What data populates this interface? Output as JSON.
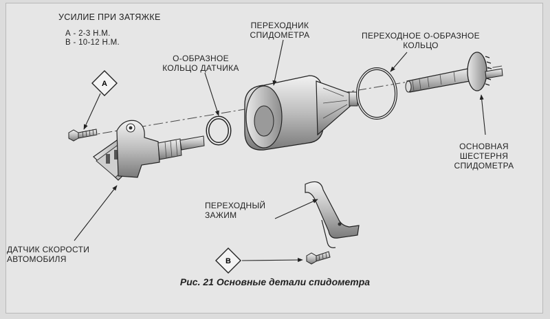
{
  "torque": {
    "heading": "УСИЛИЕ ПРИ ЗАТЯЖКЕ",
    "a": "А - 2-3 Н.М.",
    "b": "В - 10-12 Н.М."
  },
  "labels": {
    "sensor_oring": "О-ОБРАЗНОЕ\nКОЛЬЦО ДАТЧИКА",
    "speedo_adapter": "ПЕРЕХОДНИК\nСПИДОМЕТРА",
    "adapter_oring": "ПЕРЕХОДНОЕ О-ОБРАЗНОЕ\nКОЛЬЦО",
    "main_gear": "ОСНОВНАЯ\nШЕСТЕРНЯ\nСПИДОМЕТРА",
    "adapter_clamp": "ПЕРЕХОДНЫЙ\nЗАЖИМ",
    "vehicle_speed_sensor": "ДАТЧИК СКОРОСТИ\nАВТОМОБИЛЯ"
  },
  "diamonds": {
    "a": "A",
    "b": "B"
  },
  "caption": "Рис. 21 Основные детали спидометра"
}
